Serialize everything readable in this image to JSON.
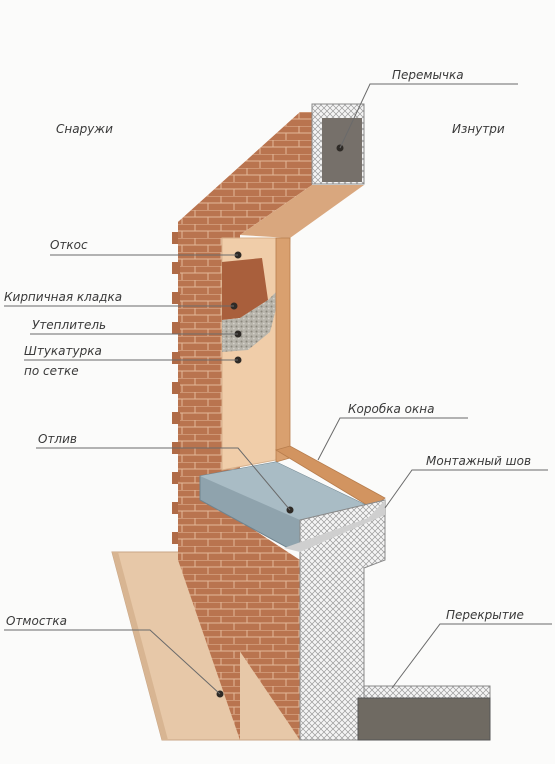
{
  "side_labels": {
    "outside": "Снаружи",
    "inside": "Изнутри"
  },
  "labels": {
    "lintel": "Перемычка",
    "slope": "Откос",
    "brickwork": "Кирпичная кладка",
    "insulation": "Утеплитель",
    "plaster_line1": "Штукатурка",
    "plaster_line2": "по сетке",
    "window_frame": "Коробка окна",
    "drip_sill": "Отлив",
    "mounting_seam": "Монтажный шов",
    "blind_area": "Отмостка",
    "floor_slab": "Перекрытие"
  },
  "colors": {
    "brick": "#b9744f",
    "brick_dark": "#a5603d",
    "mortar": "#e9c3a4",
    "plaster": "#f0cda9",
    "lintel_concrete": "#76706a",
    "sill_metal": "#8fa3ad",
    "frame_wood": "#d9a06f",
    "blind_area": "#e7c8a8",
    "foam": "#e6e6e6",
    "leader_line": "#6a6a6a"
  }
}
